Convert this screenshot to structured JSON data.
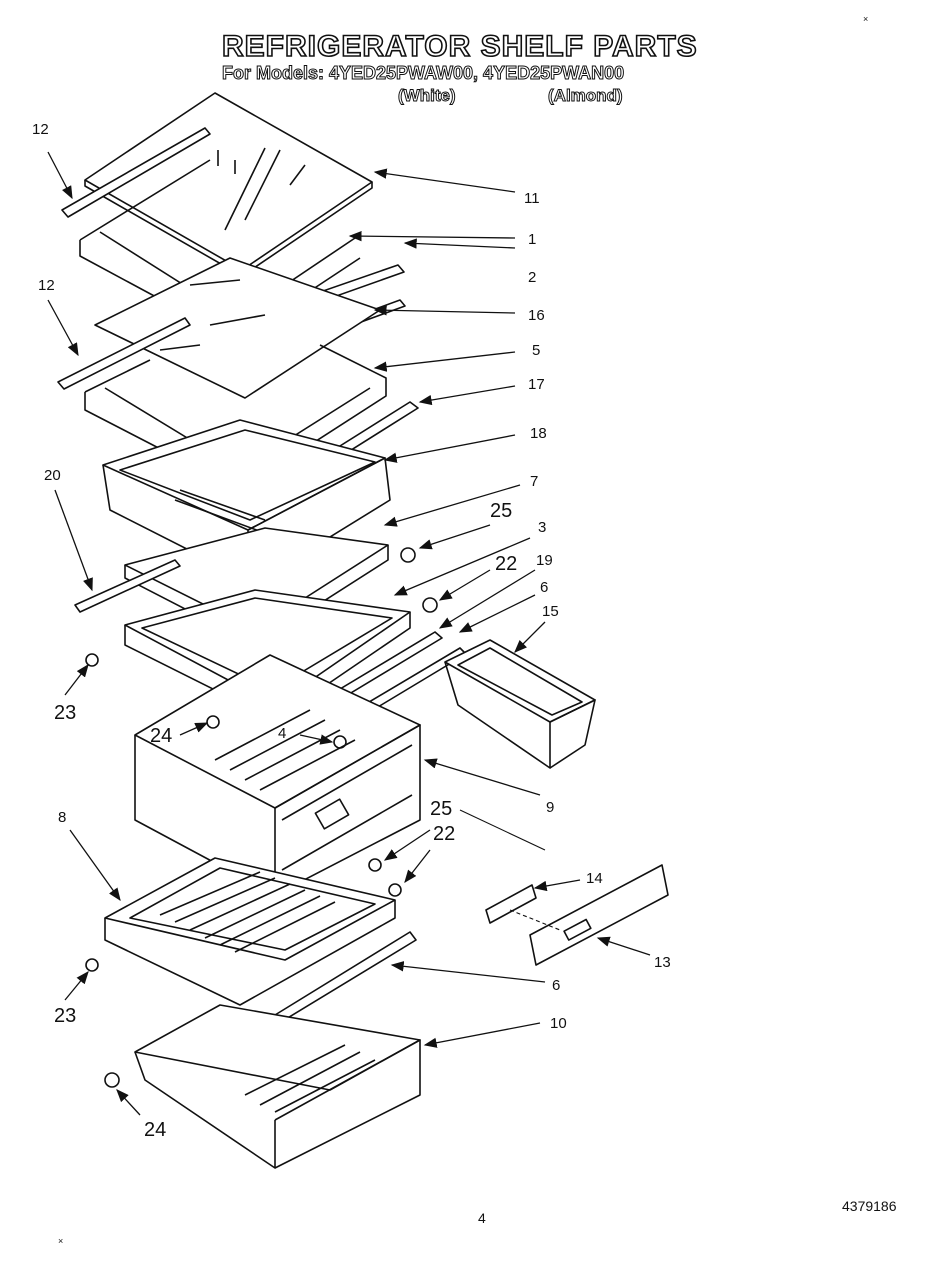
{
  "title": "REFRIGERATOR SHELF PARTS",
  "subtitle": "For Models: 4YED25PWAW00, 4YED25PWAN00",
  "variants": {
    "white": "(White)",
    "almond": "(Almond)"
  },
  "callouts": [
    "12",
    "11",
    "1",
    "2",
    "12",
    "16",
    "5",
    "17",
    "18",
    "20",
    "7",
    "25",
    "3",
    "22",
    "19",
    "6",
    "15",
    "23",
    "24",
    "4",
    "9",
    "8",
    "25",
    "22",
    "14",
    "13",
    "23",
    "6",
    "10",
    "24"
  ],
  "footer": {
    "page_number": "4",
    "part_code": "4379186"
  }
}
